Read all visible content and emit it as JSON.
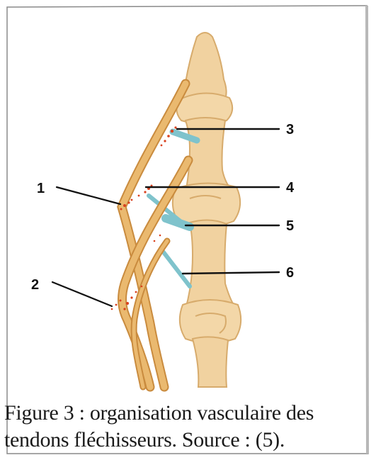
{
  "figure": {
    "labels": [
      {
        "id": "1",
        "text": "1"
      },
      {
        "id": "2",
        "text": "2"
      },
      {
        "id": "3",
        "text": "3"
      },
      {
        "id": "4",
        "text": "4"
      },
      {
        "id": "5",
        "text": "5"
      },
      {
        "id": "6",
        "text": "6"
      }
    ],
    "caption": {
      "line1": "Figure 3 : organisation vasculaire des",
      "line2": "tendons fléchisseurs. Source : (5)."
    }
  },
  "colors": {
    "bone": "#f1d2a0",
    "bone_shadow": "#d7ab6c",
    "tendon": "#eab96f",
    "tendon_dark": "#c98b3e",
    "vincula": "#7fc3cc",
    "vessels": "#d9411e",
    "border": "#8a8a8a"
  }
}
